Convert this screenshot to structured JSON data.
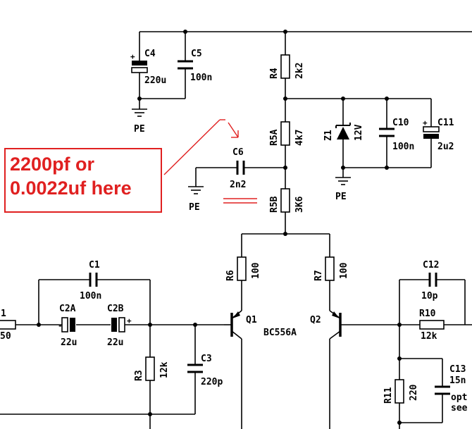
{
  "annotation": {
    "line1": "2200pf or",
    "line2": "0.0022uf here",
    "color": "#e02020"
  },
  "components": {
    "c4": {
      "ref": "C4",
      "value": "220u"
    },
    "c5": {
      "ref": "C5",
      "value": "100n"
    },
    "pe_top": "PE",
    "r4": {
      "ref": "R4",
      "value": "2k2"
    },
    "r5a": {
      "ref": "R5A",
      "value": "4k7"
    },
    "r5b": {
      "ref": "R5B",
      "value": "3K6"
    },
    "z1": {
      "ref": "Z1",
      "value": "12V"
    },
    "pe_zener": "PE",
    "c10": {
      "ref": "C10",
      "value": "100n"
    },
    "c11": {
      "ref": "C11",
      "value": "2u2"
    },
    "c6": {
      "ref": "C6",
      "value": "2n2"
    },
    "pe_c6": "PE",
    "r6": {
      "ref": "R6",
      "value": "100"
    },
    "r7": {
      "ref": "R7",
      "value": "100"
    },
    "q1": {
      "ref": "Q1"
    },
    "q2": {
      "ref": "Q2"
    },
    "transistor_type": "BC556A",
    "c1": {
      "ref": "C1",
      "value": "100n"
    },
    "c2a": {
      "ref": "C2A",
      "value": "22u"
    },
    "c2b": {
      "ref": "C2B",
      "value": "22u"
    },
    "r1": {
      "ref": "1",
      "value": "50"
    },
    "r3": {
      "ref": "R3",
      "value": "12k"
    },
    "c3": {
      "ref": "C3",
      "value": "220p"
    },
    "c12": {
      "ref": "C12",
      "value": "10p"
    },
    "r10": {
      "ref": "R10",
      "value": "12k"
    },
    "r11": {
      "ref": "R11",
      "value": "220"
    },
    "c13": {
      "ref": "C13",
      "value": "15n"
    },
    "c13_note1": "opt",
    "c13_note2": "see"
  }
}
